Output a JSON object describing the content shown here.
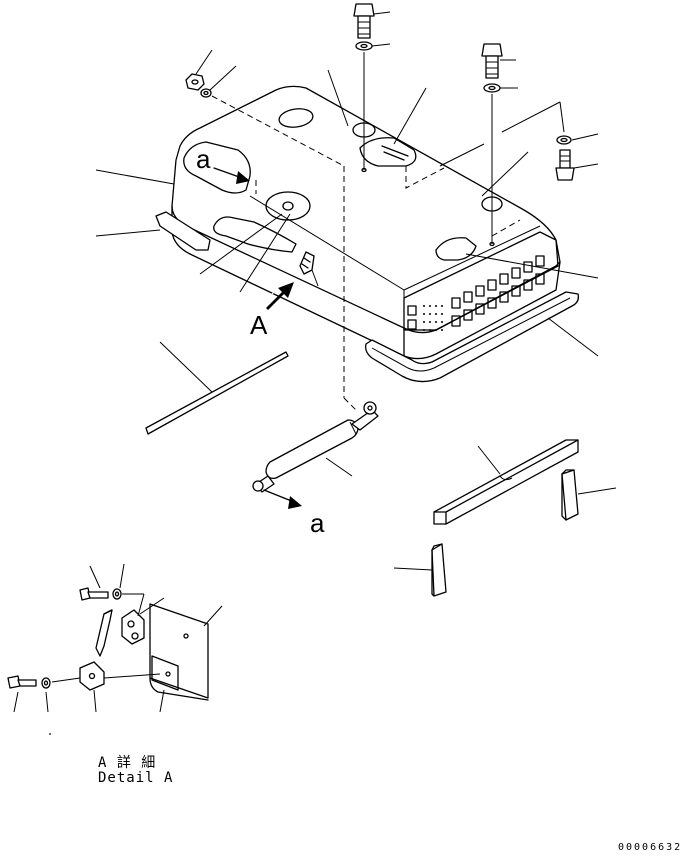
{
  "labels": {
    "view_arrow_letter": "A",
    "section_mark_top": "a",
    "section_mark_bottom": "a",
    "detail_caption_ja": "A 詳 細",
    "detail_caption_en": "Detail A",
    "document_number": "00006632"
  }
}
